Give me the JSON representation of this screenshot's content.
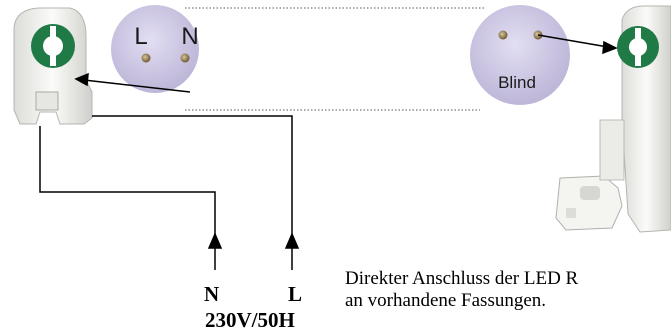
{
  "discs": {
    "left": {
      "pin_left_label": "L",
      "pin_right_label": "N"
    },
    "right": {
      "blind_label": "Blind"
    }
  },
  "supply": {
    "neutral_label": "N",
    "live_label": "L",
    "voltage_label": "230V/50H"
  },
  "caption": {
    "line1": "Direkter Anschluss der LED R",
    "line2": "an vorhandene Fassungen."
  },
  "colors": {
    "disc_face": "#cfc9e4",
    "socket_green": "#1f7a46",
    "socket_body": "#f2f2ef",
    "wire": "#000000"
  }
}
